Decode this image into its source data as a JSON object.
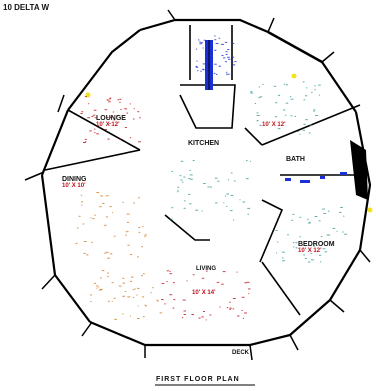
{
  "header": {
    "title": "10 DELTA W"
  },
  "rooms": [
    {
      "id": "upper-left",
      "name": "LOUNGE",
      "sub": "10' X 12'"
    },
    {
      "id": "center-top",
      "name": "KITCHEN",
      "sub": ""
    },
    {
      "id": "upper-right",
      "name": "",
      "sub": "10' X 12'"
    },
    {
      "id": "right-mid",
      "name": "BATH",
      "sub": ""
    },
    {
      "id": "left-mid",
      "name": "DINING",
      "sub": "10' X 10'"
    },
    {
      "id": "right-low",
      "name": "BEDROOM",
      "sub": "10' X 12'"
    },
    {
      "id": "center",
      "name": "LIVING",
      "sub": ""
    },
    {
      "id": "center-low",
      "name": "",
      "sub": "10' X 14'"
    },
    {
      "id": "lower-left",
      "name": "",
      "sub": ""
    },
    {
      "id": "bottom-right",
      "name": "DECK",
      "sub": ""
    }
  ],
  "footer": {
    "caption": "FIRST FLOOR PLAN"
  },
  "colors": {
    "wall": "#000000",
    "accent_blue": "#1a2fd6",
    "accent_red": "#c0121a",
    "accent_yellow": "#f2e21b",
    "furniture_teal": "#3a9a9a",
    "furniture_orange": "#d07a2a"
  }
}
